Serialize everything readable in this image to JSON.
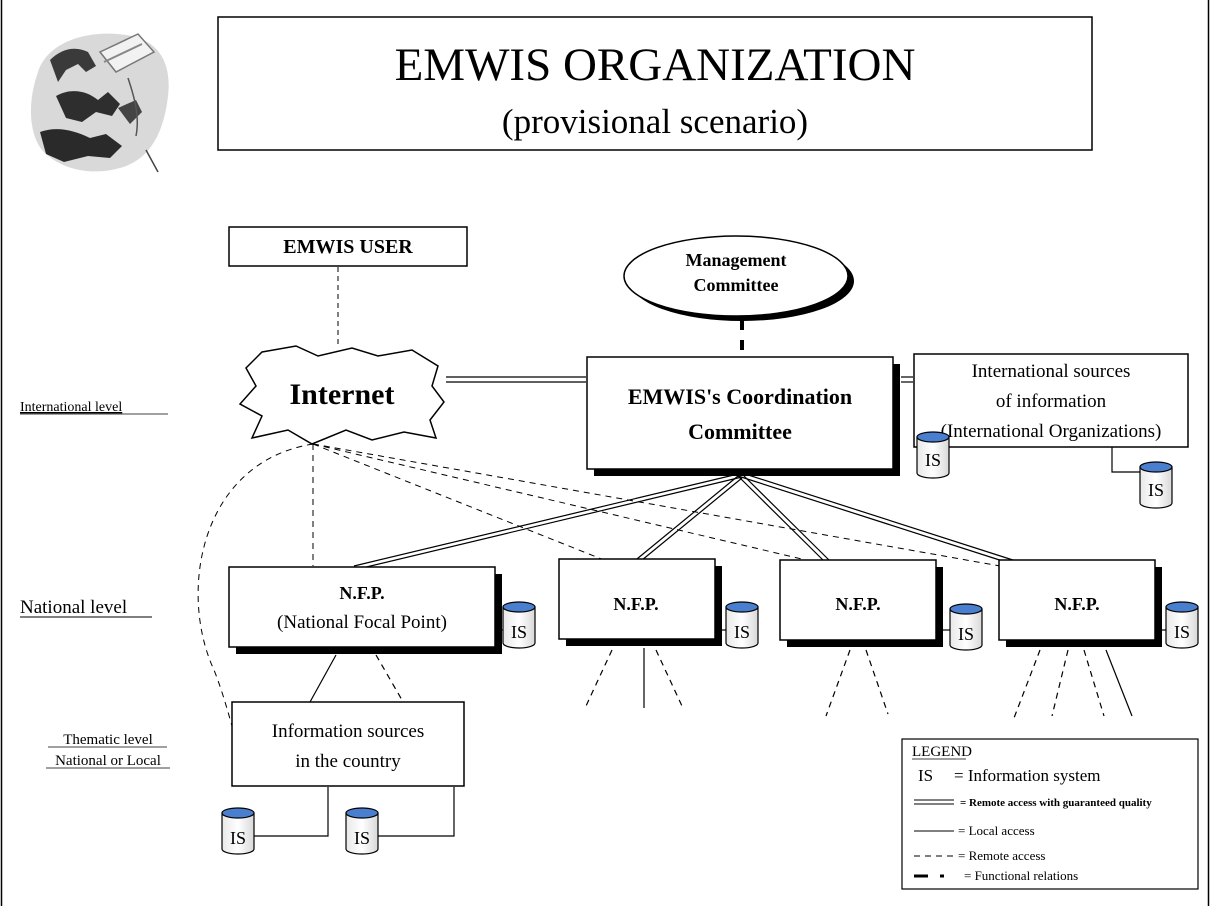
{
  "title": {
    "main": "EMWIS ORGANIZATION",
    "sub": "(provisional scenario)"
  },
  "logo": {
    "icon": "mediterranean-map-icon"
  },
  "nodes": {
    "user": "EMWIS USER",
    "management": [
      "Management",
      "Committee"
    ],
    "internet": "Internet",
    "coordination": [
      "EMWIS's Coordination",
      "Committee"
    ],
    "international_sources": [
      "International sources",
      "of information",
      "(International Organizations)"
    ],
    "nfp_main": [
      "N.F.P.",
      "(National Focal Point)"
    ],
    "nfp_short": "N.F.P.",
    "info_sources": [
      "Information sources",
      "in the country"
    ],
    "is_label": "IS"
  },
  "levels": {
    "international": "International level",
    "national": "National level",
    "thematic": [
      "Thematic level",
      "National or Local"
    ]
  },
  "legend": {
    "title": "LEGEND",
    "items": [
      {
        "symbol": "IS",
        "label": "= Information system",
        "style": "text"
      },
      {
        "symbol": "double-line",
        "label": "= Remote access with guaranteed quality",
        "style": "double"
      },
      {
        "symbol": "solid-line",
        "label": "= Local access",
        "style": "solid"
      },
      {
        "symbol": "dashed-line",
        "label": "= Remote access",
        "style": "dashed"
      },
      {
        "symbol": "dash-dot-line",
        "label": "= Functional relations",
        "style": "dashdot"
      }
    ]
  }
}
